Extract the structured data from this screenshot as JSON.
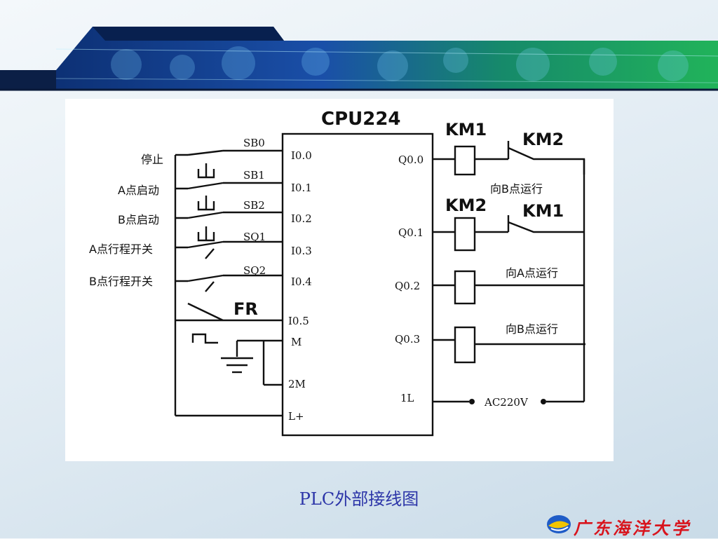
{
  "colors": {
    "banner_dark": "#0c2f6e",
    "banner_green": "#1aa35c",
    "caption": "#2c35a8",
    "logo_red": "#d8141d"
  },
  "diagram": {
    "title": "CPU224",
    "inputs": [
      {
        "label": "停止",
        "device": "SB0",
        "terminal": "I0.0"
      },
      {
        "label": "A点启动",
        "device": "SB1",
        "terminal": "I0.1"
      },
      {
        "label": "B点启动",
        "device": "SB2",
        "terminal": "I0.2"
      },
      {
        "label": "A点行程开关",
        "device": "SQ1",
        "terminal": "I0.3"
      },
      {
        "label": "B点行程开关",
        "device": "SQ2",
        "terminal": "I0.4"
      },
      {
        "label": "",
        "device": "FR",
        "terminal": "I0.5"
      }
    ],
    "power_terminals": {
      "m": "M",
      "two_m": "2M",
      "l_plus": "L+",
      "one_l": "1L"
    },
    "outputs": [
      {
        "terminal": "Q0.0",
        "coil": "KM1",
        "interlock": "KM2",
        "note": "向B点运行"
      },
      {
        "terminal": "Q0.1",
        "coil": "KM2",
        "interlock": "KM1",
        "note": ""
      },
      {
        "terminal": "Q0.2",
        "coil": "",
        "interlock": "",
        "note": "向A点运行"
      },
      {
        "terminal": "Q0.3",
        "coil": "",
        "interlock": "",
        "note": "向B点运行"
      }
    ],
    "supply": "AC220V"
  },
  "caption": "PLC外部接线图",
  "logo": {
    "name": "广东海洋大学",
    "icon": "university-emblem-icon"
  }
}
